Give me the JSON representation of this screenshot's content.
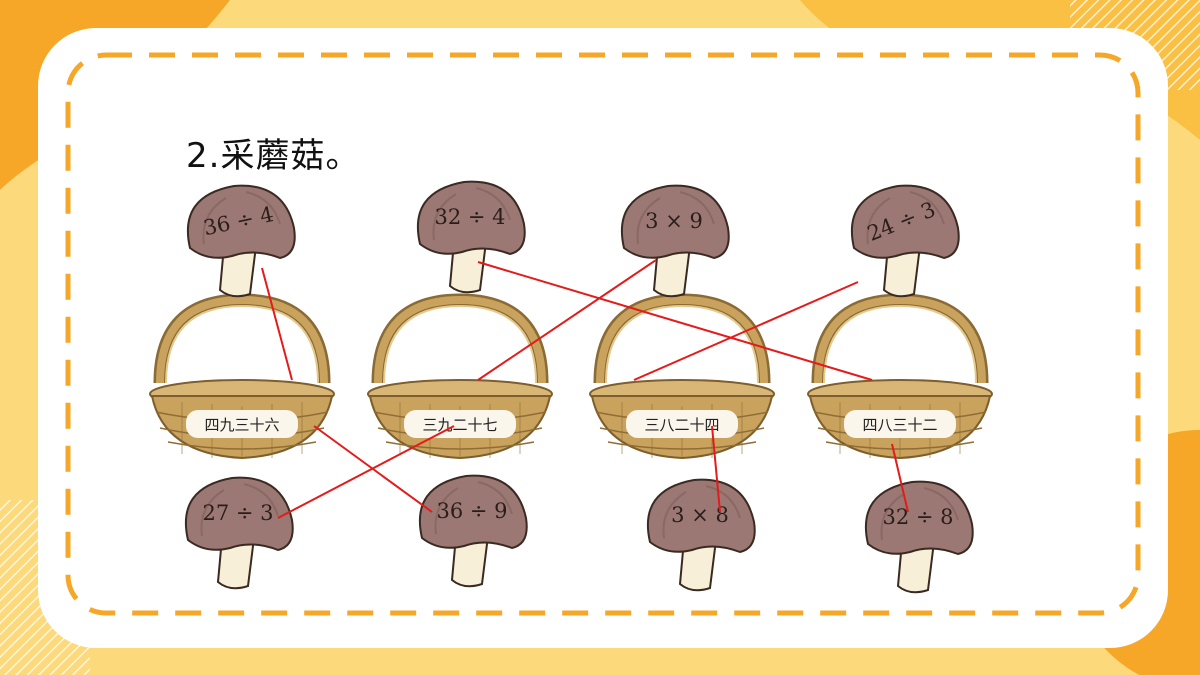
{
  "title": "2.采蘑菇。",
  "colors": {
    "background": "#fcd97a",
    "accent_orange": "#f7a727",
    "card": "#ffffff",
    "connector_line": "#e41b1b",
    "mushroom_cap": "#9b7873",
    "basket": "#c9a25d"
  },
  "top_mushrooms": [
    "36 ÷ 4",
    "32 ÷ 4",
    "3 × 9",
    "24 ÷ 3"
  ],
  "baskets": [
    "四九三十六",
    "三九二十七",
    "三八二十四",
    "四八三十二"
  ],
  "bottom_mushrooms": [
    "27 ÷ 3",
    "36 ÷ 9",
    "3 × 8",
    "32 ÷ 8"
  ],
  "matches": [
    {
      "mushroom": "36 ÷ 4",
      "basket": "四九三十六"
    },
    {
      "mushroom": "32 ÷ 4",
      "basket": "四八三十二"
    },
    {
      "mushroom": "3 × 9",
      "basket": "三九二十七"
    },
    {
      "mushroom": "24 ÷ 3",
      "basket": "三八二十四"
    },
    {
      "mushroom": "27 ÷ 3",
      "basket": "三九二十七"
    },
    {
      "mushroom": "36 ÷ 9",
      "basket": "四九三十六"
    },
    {
      "mushroom": "3 × 8",
      "basket": "三八二十四"
    },
    {
      "mushroom": "32 ÷ 8",
      "basket": "四八三十二"
    }
  ]
}
